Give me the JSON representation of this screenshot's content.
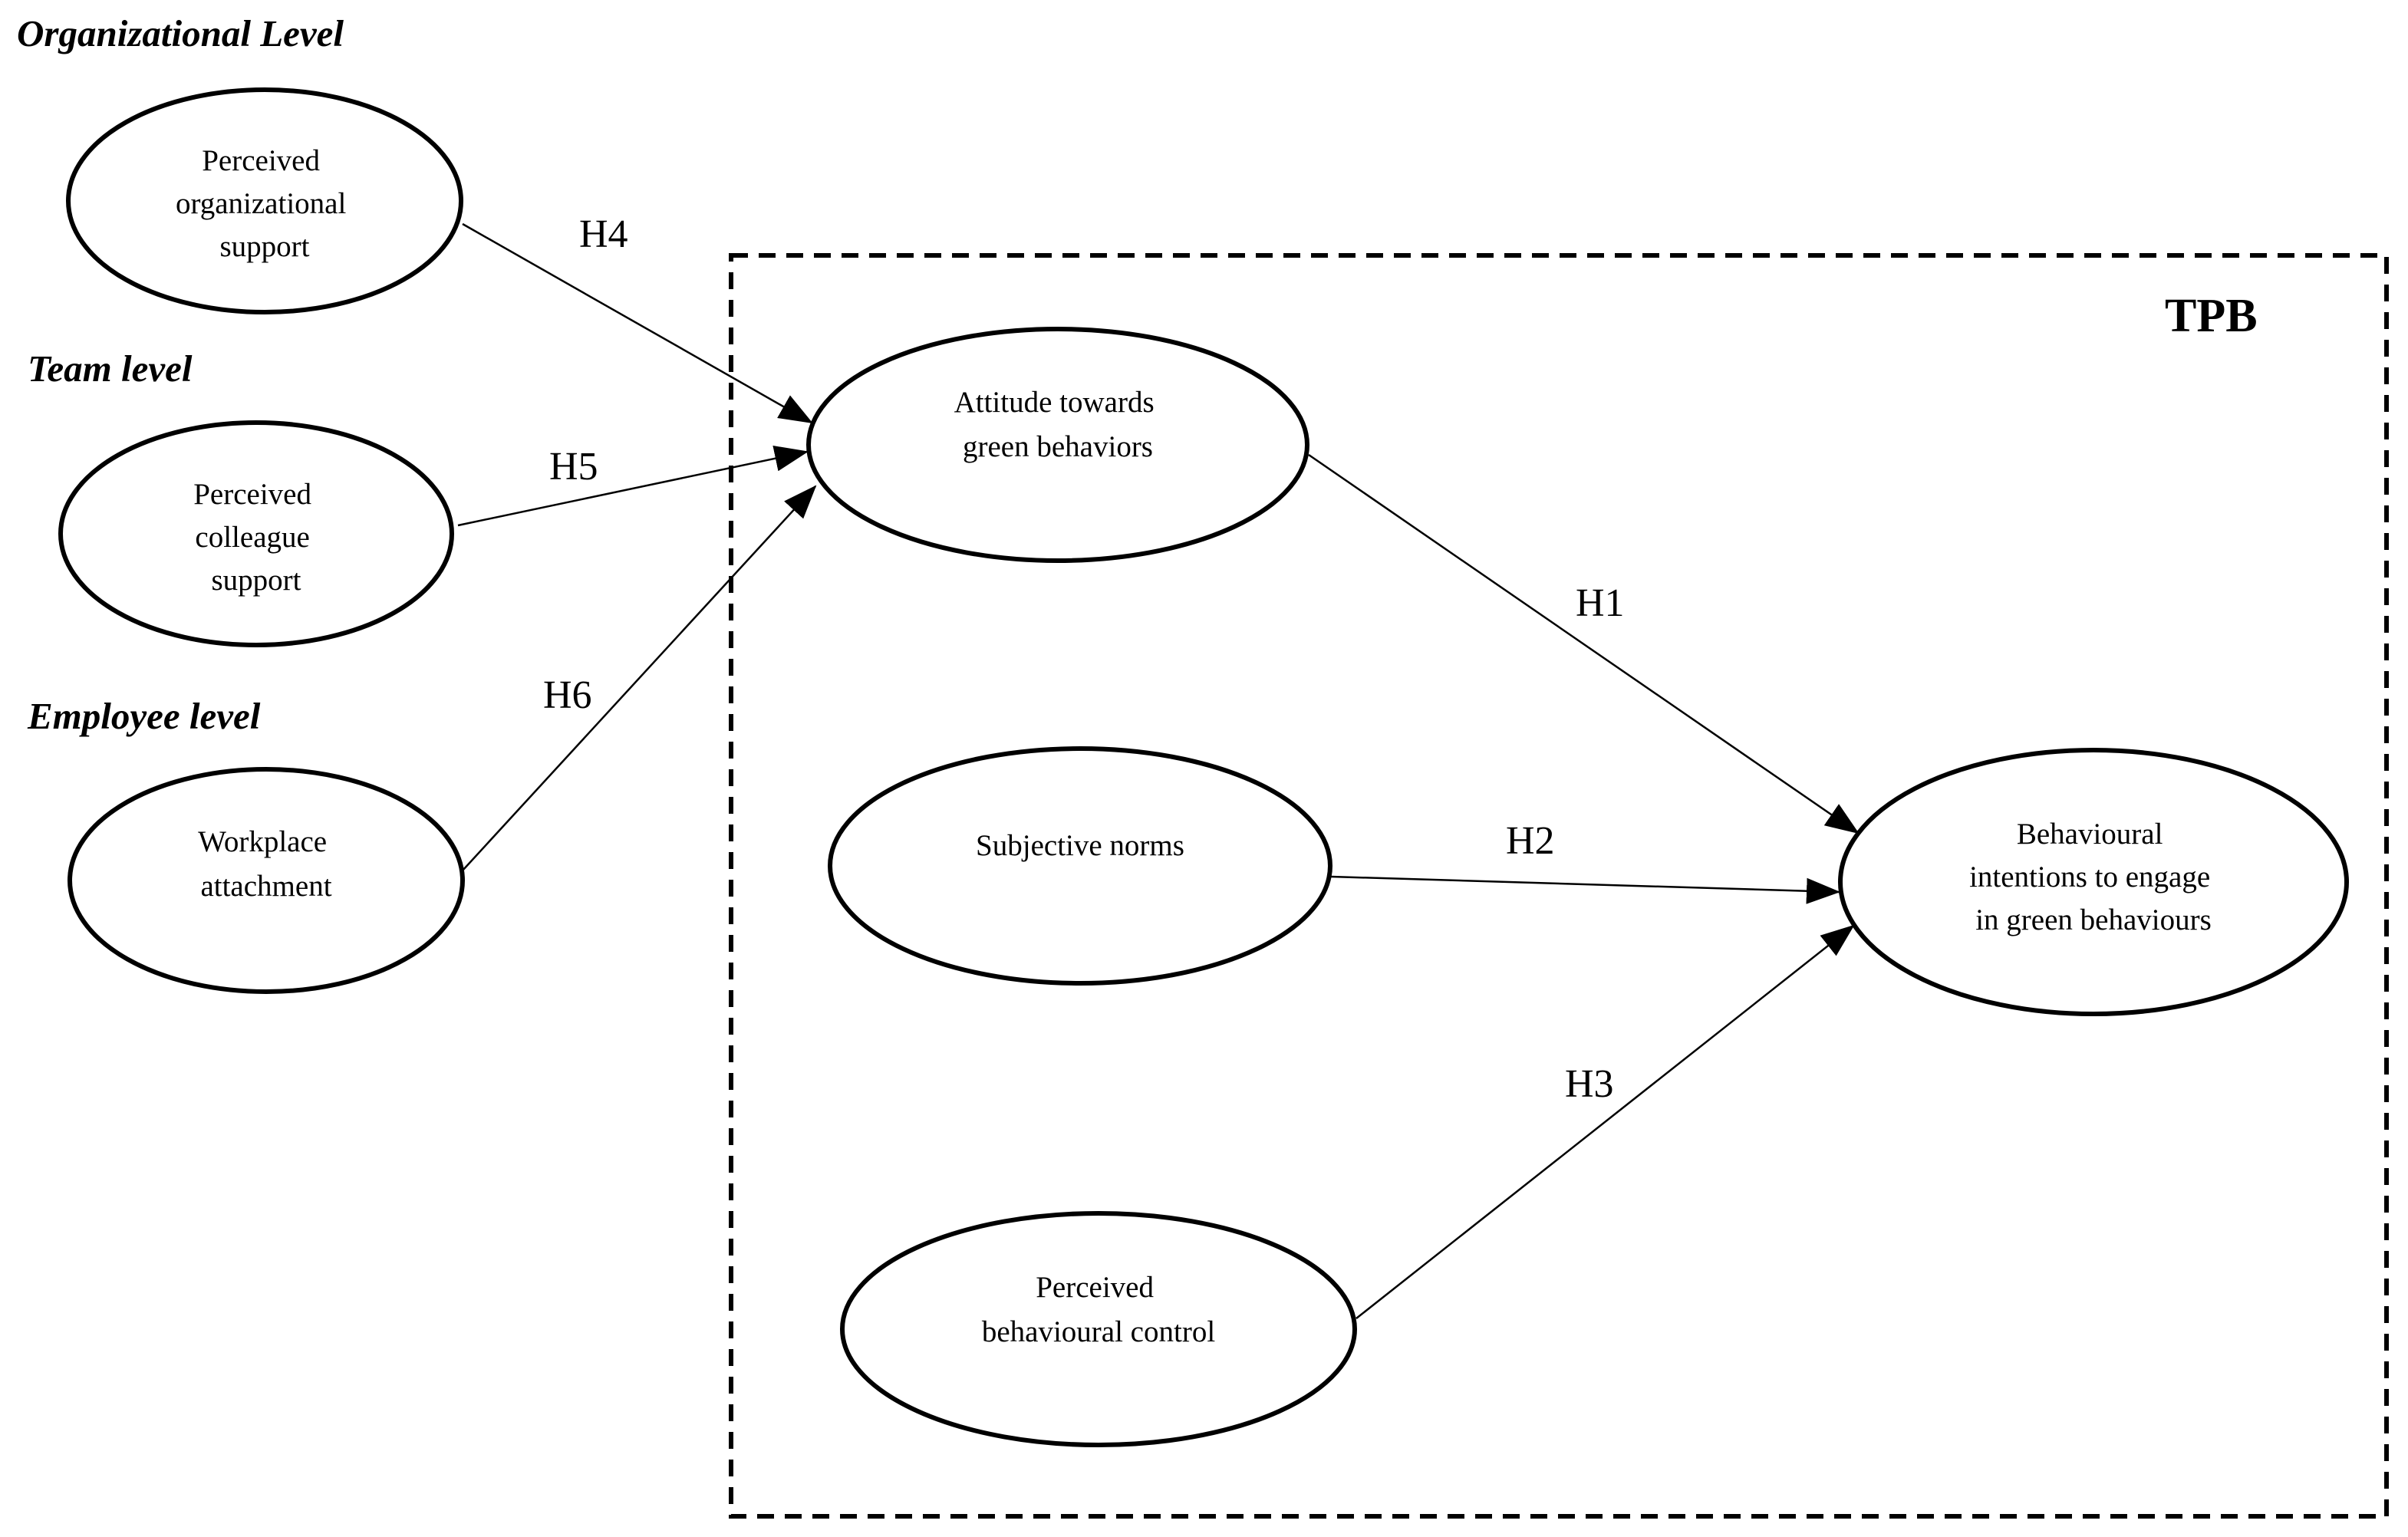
{
  "levels": {
    "organizational": "Organizational Level",
    "team": "Team level",
    "employee": "Employee level"
  },
  "frame": {
    "title": "TPB"
  },
  "nodes": {
    "pos": [
      "Perceived",
      "organizational",
      "support"
    ],
    "pcs": [
      "Perceived",
      "colleague",
      "support"
    ],
    "wa": [
      "Workplace",
      "attachment"
    ],
    "att": [
      "Attitude towards",
      "green behaviors"
    ],
    "sn": [
      "Subjective norms"
    ],
    "pbc": [
      "Perceived",
      "behavioural control"
    ],
    "bi": [
      "Behavioural",
      "intentions to engage",
      "in green behaviours"
    ]
  },
  "edges": [
    {
      "id": "h4",
      "from": "pos",
      "to": "att",
      "label": "H4"
    },
    {
      "id": "h5",
      "from": "pcs",
      "to": "att",
      "label": "H5"
    },
    {
      "id": "h6",
      "from": "wa",
      "to": "att",
      "label": "H6"
    },
    {
      "id": "h1",
      "from": "att",
      "to": "bi",
      "label": "H1"
    },
    {
      "id": "h2",
      "from": "sn",
      "to": "bi",
      "label": "H2"
    },
    {
      "id": "h3",
      "from": "pbc",
      "to": "bi",
      "label": "H3"
    }
  ]
}
